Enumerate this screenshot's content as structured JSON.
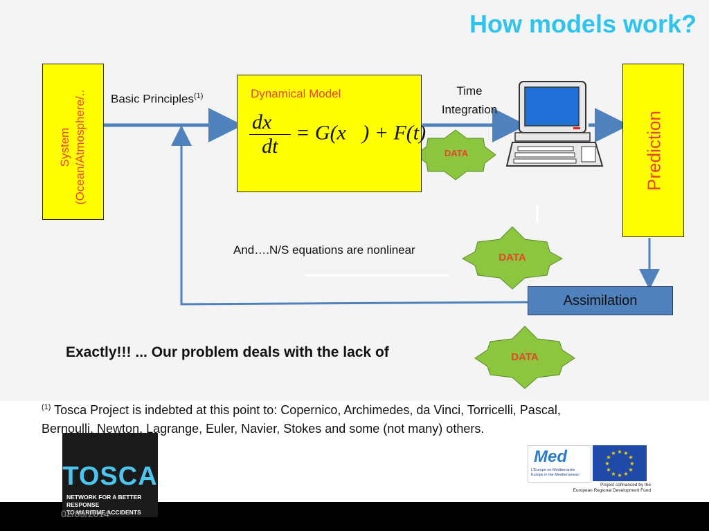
{
  "title": "How models work?",
  "system_label": "System",
  "system_sub": "(Ocean/Atmosphere/..",
  "basic_principles": "Basic Principles",
  "basic_principles_sup": "(1)",
  "dynamical_model": "Dynamical Model",
  "time_integration_1": "Time",
  "time_integration_2": "Integration",
  "prediction": "Prediction",
  "data_label": "DATA",
  "nonlinear_text": "And….N/S equations are nonlinear",
  "assimilation": "Assimilation",
  "exactly_text": "Exactly!!! ... Our problem deals with the lack of",
  "footnote_sup": "(1)",
  "footnote_line1": " Tosca Project is indebted at this point to: Copernico, Archimedes, da Vinci, Torricelli, Pascal,",
  "footnote_line2": "Bernoulli, Newton, Lagrange, Euler, Navier, Stokes and some (not many) others.",
  "date": "02/09/2014",
  "tosca_logo": "TOSCA",
  "tosca_sub_1": "NETWORK FOR A BETTER RESPONSE",
  "tosca_sub_2": "TO MARITIME ACCIDENTS",
  "med_logo": "Med",
  "med_sub_1": "L'Europe en Méditerranée",
  "med_sub_2": "Europe in the Mediterranean",
  "eu_caption_1": "Project cofinanced by the",
  "eu_caption_2": "European Regional Development Fund",
  "equation": {
    "num": "dx⃗",
    "den": "dt",
    "rhs": "= G(x⃗) + F(t)"
  },
  "colors": {
    "title": "#2ec4ee",
    "box": "#ffff00",
    "red_text": "#e8442a",
    "arrow": "#4f81bd",
    "data_star": "#8cc63f"
  }
}
